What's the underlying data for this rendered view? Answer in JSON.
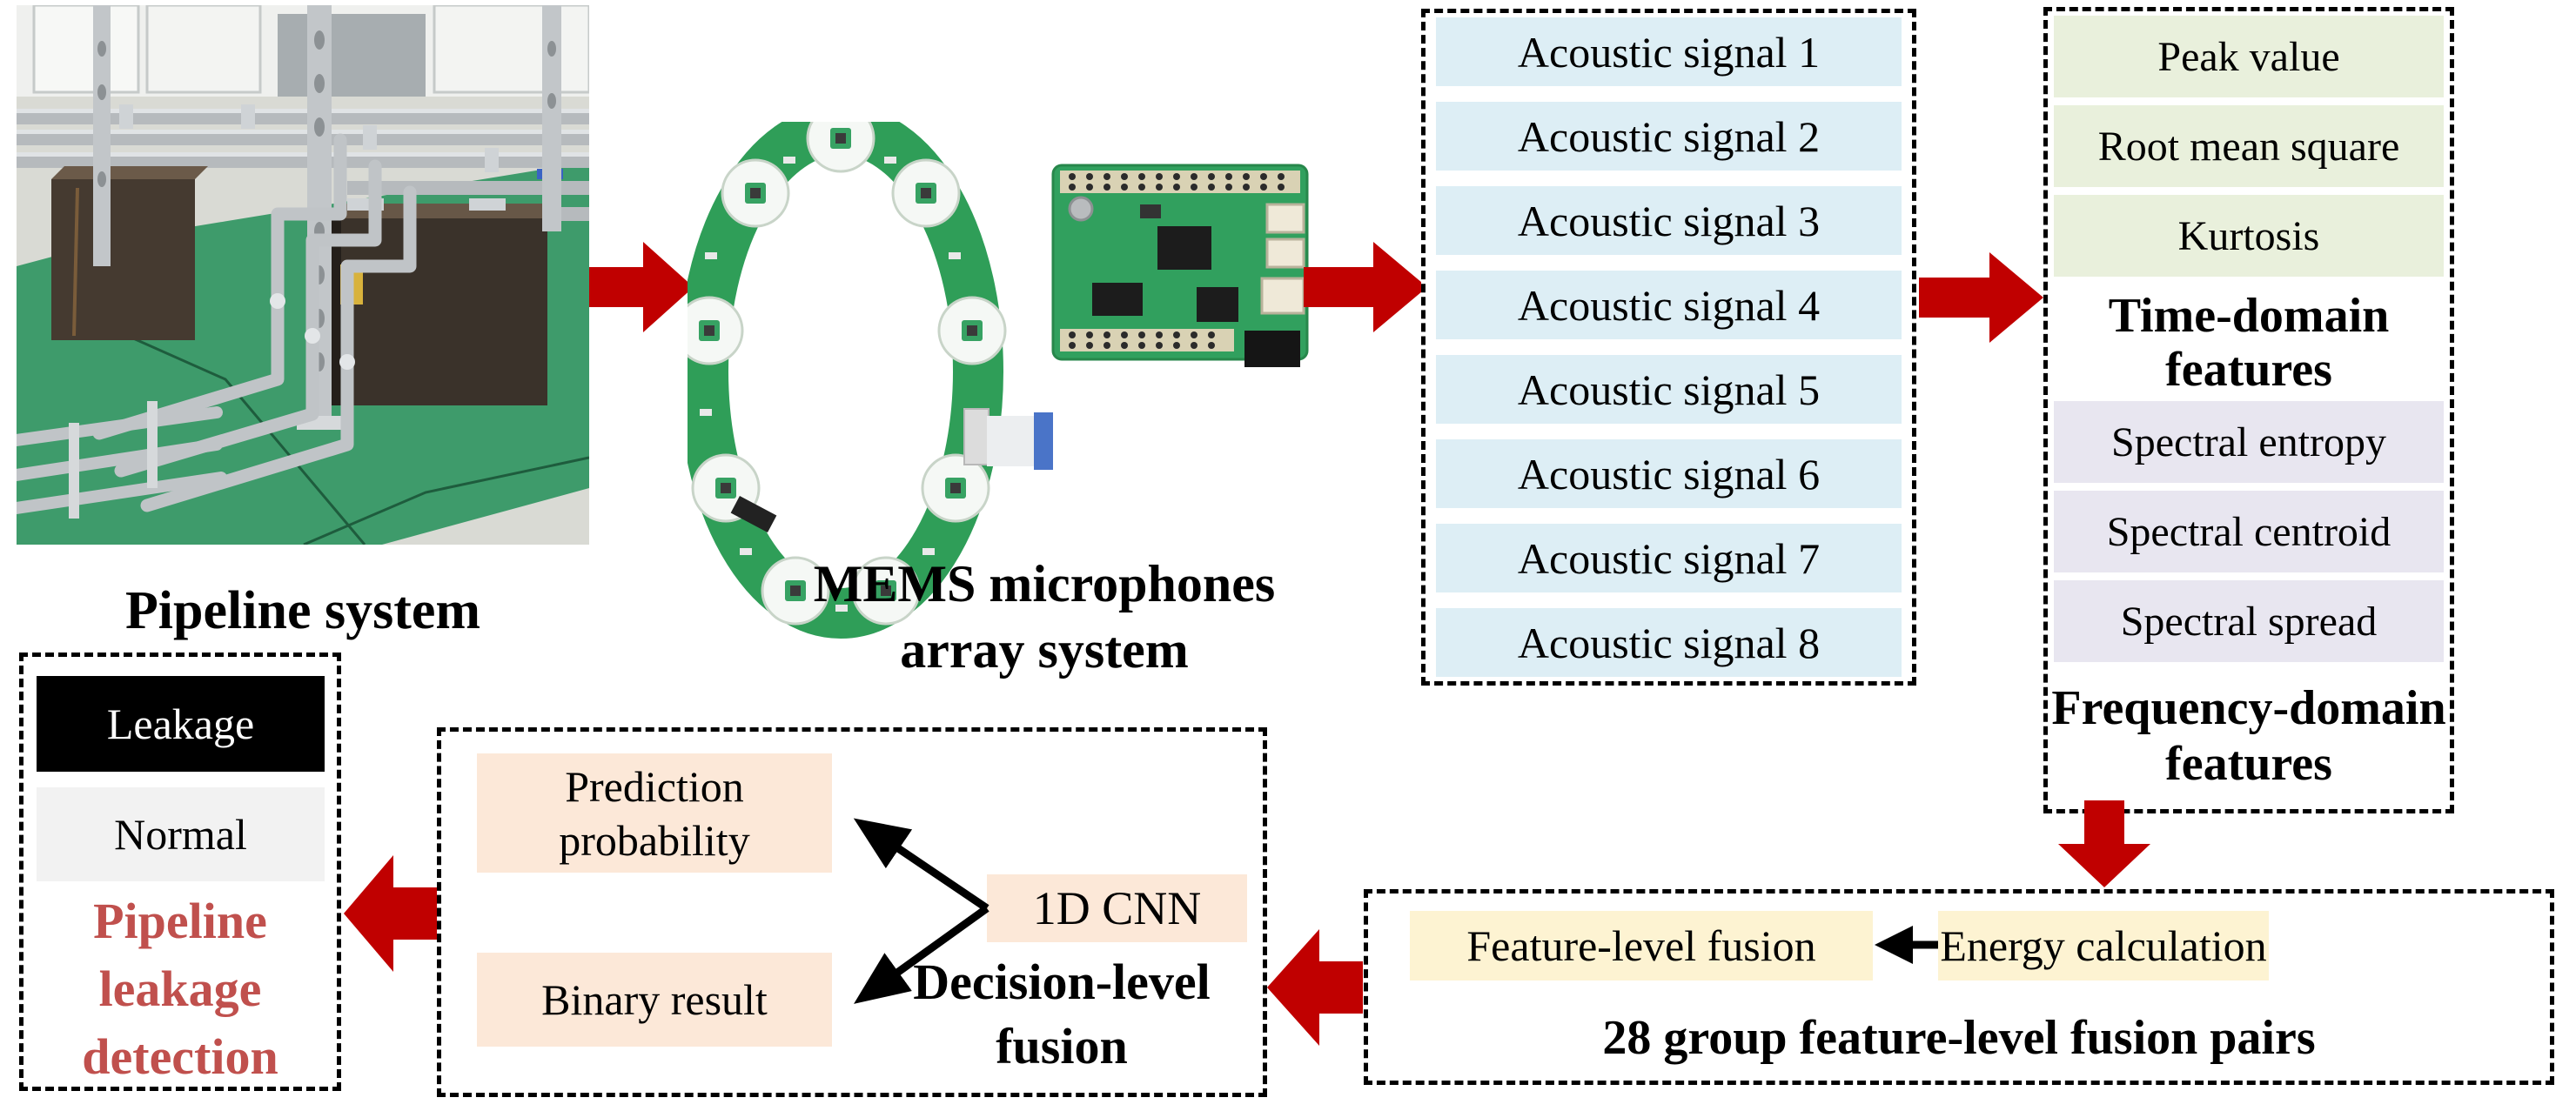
{
  "pipeline": {
    "caption": "Pipeline system"
  },
  "mems": {
    "caption_line1": "MEMS microphones",
    "caption_line2": "array system"
  },
  "acoustic": {
    "signals": [
      "Acoustic signal 1",
      "Acoustic signal 2",
      "Acoustic signal 3",
      "Acoustic signal 4",
      "Acoustic signal 5",
      "Acoustic signal 6",
      "Acoustic signal 7",
      "Acoustic signal 8"
    ]
  },
  "features": {
    "time_items": [
      "Peak value",
      "Root mean square",
      "Kurtosis"
    ],
    "time_label_line1": "Time-domain",
    "time_label_line2": "features",
    "freq_items": [
      "Spectral entropy",
      "Spectral centroid",
      "Spectral spread"
    ],
    "freq_label_line1": "Frequency-domain",
    "freq_label_line2": "features"
  },
  "fusion": {
    "feature_level": "Feature-level fusion",
    "energy": "Energy calculation",
    "caption": "28 group feature-level fusion pairs"
  },
  "decision": {
    "prediction_line1": "Prediction",
    "prediction_line2": "probability",
    "binary": "Binary result",
    "cnn": "1D CNN",
    "label_line1": "Decision-level",
    "label_line2": "fusion"
  },
  "result": {
    "leakage": "Leakage",
    "normal": "Normal",
    "caption_line1": "Pipeline",
    "caption_line2": "leakage",
    "caption_line3": "detection"
  },
  "colors": {
    "flow_arrow": "#c00000",
    "detection_text": "#c0504d",
    "acoustic_row_bg": "#ddeef5",
    "time_row_bg": "#e9f0dc",
    "freq_row_bg": "#e8e6f0",
    "fusion_row_bg": "#fdf3d2",
    "decision_row_bg": "#fce8d8",
    "leakage_bg": "#000000",
    "normal_bg": "#f2f2f2"
  }
}
